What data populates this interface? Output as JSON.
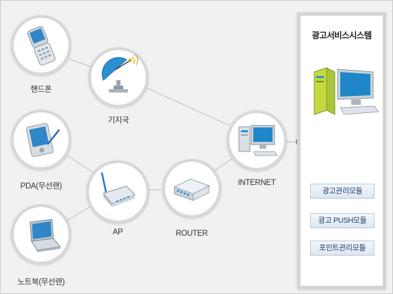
{
  "nodes": {
    "phone": "핸드폰",
    "base_station": "기지국",
    "pda": "PDA(무선랜)",
    "ap": "AP",
    "laptop": "노트북(무선랜)",
    "router": "ROUTER",
    "internet": "INTERNET"
  },
  "panel": {
    "title": "광고서비스시스템",
    "modules": [
      "광고관리모듈",
      "광고 PUSH모듈",
      "포인트관리모듈"
    ]
  },
  "colors": {
    "canvas_bg": "#f1f1f1",
    "node_ring": "#d7d7d7",
    "link": "#c4c4c4",
    "panel_border": "#d4d4d4",
    "module_text": "#1f3f66",
    "antenna_blue": "#2a8fd0",
    "screen_blue": "#1f86c8",
    "tower_green": "#a7c63a"
  }
}
